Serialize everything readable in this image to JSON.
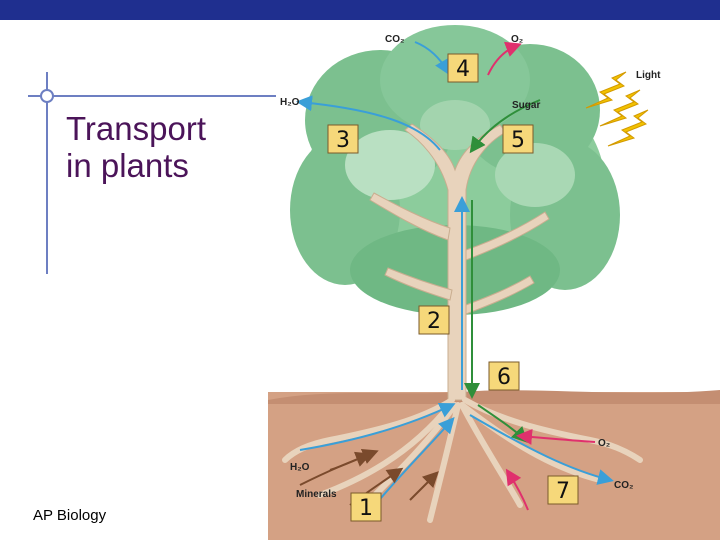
{
  "slide": {
    "title_line1": "Transport",
    "title_line2": "in plants",
    "footer": "AP Biology"
  },
  "diagram": {
    "labels": {
      "co2_top": "CO₂",
      "o2_top": "O₂",
      "light": "Light",
      "h2o_top": "H₂O",
      "sugar": "Sugar",
      "o2_bottom": "O₂",
      "h2o_bottom": "H₂O",
      "minerals": "Minerals",
      "co2_bottom": "CO₂"
    },
    "steps": [
      "1",
      "2",
      "3",
      "4",
      "5",
      "6",
      "7"
    ]
  },
  "colors": {
    "top_bar": "#1f2f8f",
    "title": "#4b1459",
    "step_badge": "#f6d87a",
    "water_arrow": "#3a9fd8",
    "sugar_arrow": "#2f8f3a",
    "oxygen_arrow": "#e0306d",
    "mineral_arrow": "#7a4a2c",
    "light": "#f2c200",
    "soil": "#d4a184",
    "foliage": "#7cc08f",
    "trunk": "#e8d3bc"
  }
}
